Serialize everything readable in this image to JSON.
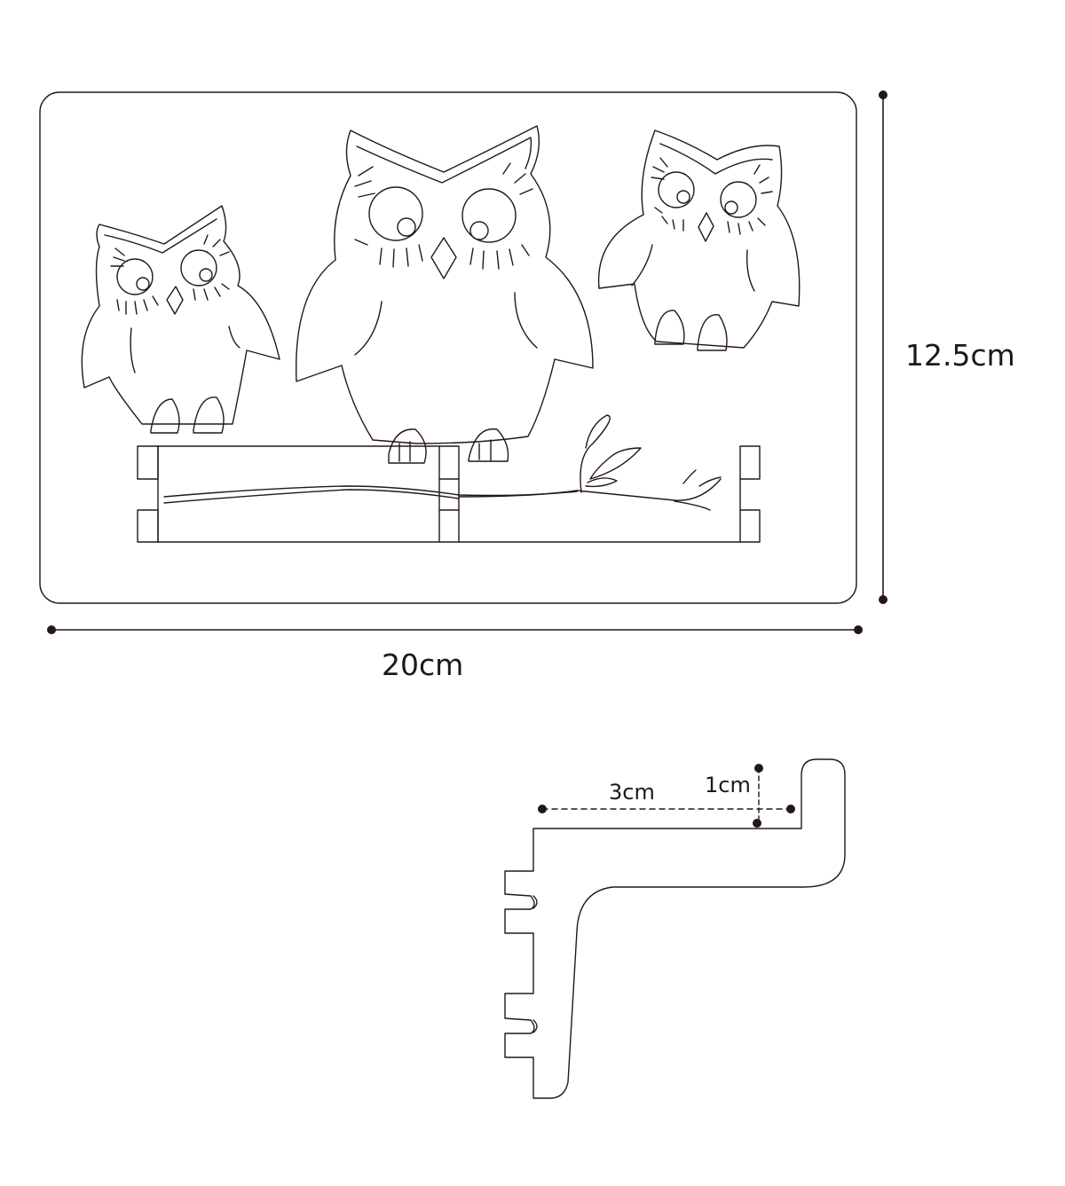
{
  "dimensions": {
    "width_label": "20cm",
    "height_label": "12.5cm",
    "bracket_long_label": "3cm",
    "bracket_short_label": "1cm"
  },
  "colors": {
    "line": "#231815",
    "background": "#ffffff"
  },
  "figure": {
    "panel_motif": "three owls on a branch",
    "bracket_motif": "L-shaped shelf bracket"
  }
}
